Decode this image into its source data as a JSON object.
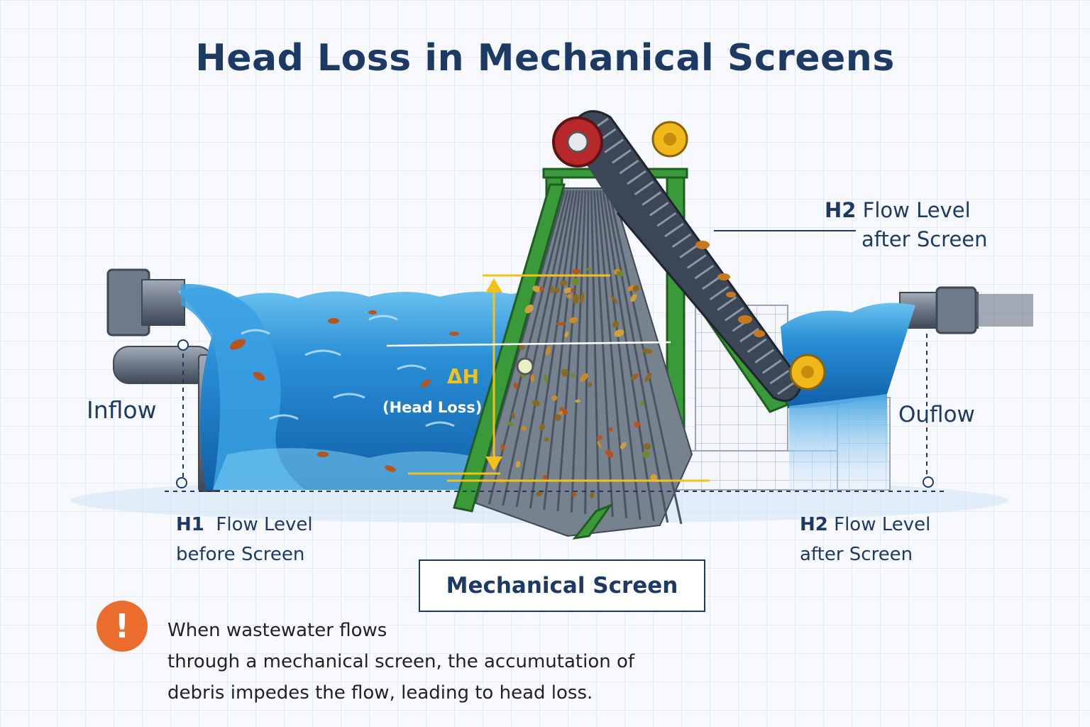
{
  "title": "Head Loss in Mechanical Screens",
  "labels": {
    "inflow": "Inflow",
    "outflow": "Ouflow",
    "h1_tag": "H1",
    "h1_line1": "Flow Level",
    "h1_line2": "before Screen",
    "h2_upper_tag": "H2",
    "h2_upper_line1": "Flow Level",
    "h2_upper_line2": "after Screen",
    "h2_lower_tag": "H2",
    "h2_lower_line1": "Flow Level",
    "h2_lower_line2": "after Screen",
    "delta_h": "ΔH",
    "head_loss": "(Head Loss)",
    "mechanical_screen": "Mechanical Screen"
  },
  "warning": {
    "icon": "exclamation-icon",
    "symbol": "!",
    "line1": "When wastewater flows",
    "line2": "through a mechanical screen, the accumutation of",
    "line3": "debris impedes the flow, leading to head loss."
  },
  "colors": {
    "title": "#1d3a64",
    "water": "#2a8fd6",
    "water_dark": "#0f5fa8",
    "frame_green": "#3a9a3a",
    "conveyor": "#3b4656",
    "drive_wheel": "#b8282a",
    "gear_yellow": "#f0b81a",
    "delta_h": "#f2c21a",
    "warning": "#ea6d2e",
    "pipe": "#5d6878"
  }
}
